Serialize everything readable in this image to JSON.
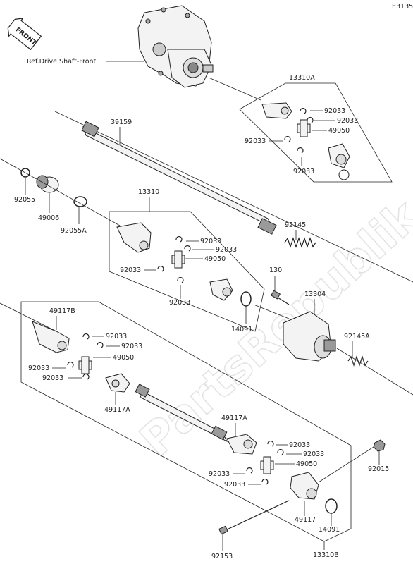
{
  "diagram_code": "E3135",
  "front_label": "FRONT",
  "ref_label": "Ref.Drive Shaft-Front",
  "watermark": "PartsRepublik",
  "callouts": {
    "c13310A": "13310A",
    "c39159": "39159",
    "c92033_a1": "92033",
    "c92033_a2": "92033",
    "c49050_a": "49050",
    "c92033_a3": "92033",
    "c92033_a4": "92033",
    "c92055": "92055",
    "c49006": "49006",
    "c92055A": "92055A",
    "c13310": "13310",
    "c92033_b1": "92033",
    "c92033_b2": "92033",
    "c49050_b": "49050",
    "c92033_b3": "92033",
    "c92033_b4": "92033",
    "c92145": "92145",
    "c130": "130",
    "c13304": "13304",
    "c14091_a": "14091",
    "c92145A": "92145A",
    "c49117B": "49117B",
    "c92033_c1": "92033",
    "c92033_c2": "92033",
    "c49050_c": "49050",
    "c92033_c3": "92033",
    "c92033_c4": "92033",
    "c49117A_a": "49117A",
    "c49117A_b": "49117A",
    "c92033_d1": "92033",
    "c92033_d2": "92033",
    "c49050_d": "49050",
    "c92033_d3": "92033",
    "c92033_d4": "92033",
    "c92015": "92015",
    "c49117": "49117",
    "c14091_b": "14091",
    "c92153": "92153",
    "c13310B": "13310B"
  }
}
